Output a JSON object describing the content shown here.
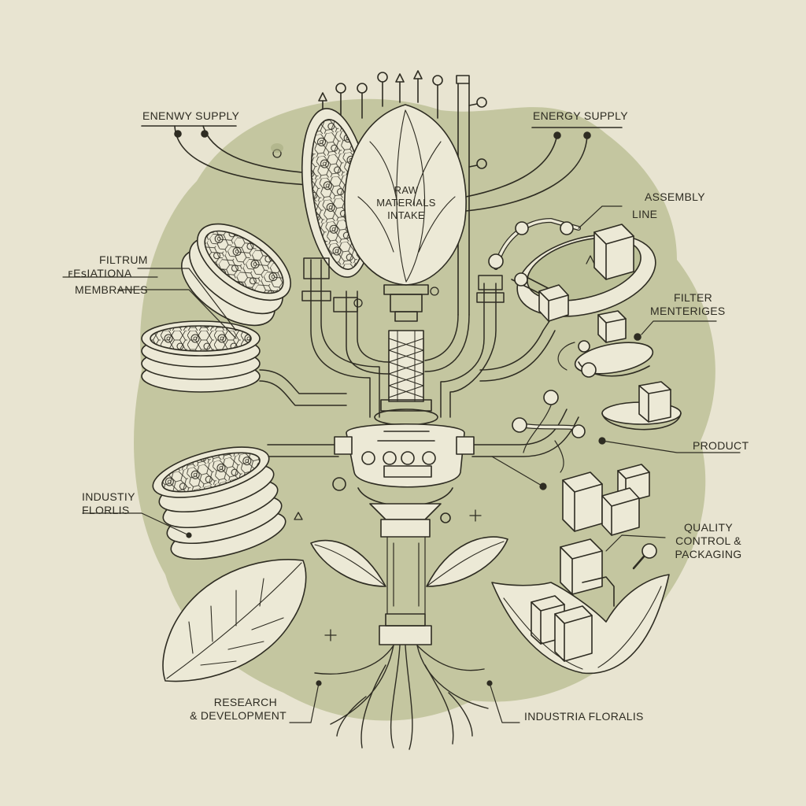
{
  "labels": {
    "energy_supply_left": "ENENWY SUPPLY",
    "energy_supply_right": "ENERGY SUPPLY",
    "raw_materials": [
      "RAW",
      "MATERIALS",
      "INTAKE"
    ],
    "assembly": "ASSEMBLY",
    "line": "LINE",
    "filtrum": [
      "FILTRUM",
      "ꜰEꜱIATIONA"
    ],
    "membranes": "MEMBRANES",
    "filter_menteriges": [
      "FILTER",
      "MENTERIGES"
    ],
    "product": "PRODUCT",
    "industry_florlis": [
      "INDUSTIY",
      "FLORLIS"
    ],
    "quality": [
      "QUALITY",
      "CONTROL &",
      "PACKAGING"
    ],
    "research": [
      "RESEARCH",
      "& DEVELOPMENT"
    ],
    "industria_floralis": "INDUSTRIA FLORALIS"
  },
  "colors": {
    "background": "#e8e4d1",
    "blob": "#bdc198",
    "ink": "#2e2c22",
    "fill": "#ece9d6"
  }
}
